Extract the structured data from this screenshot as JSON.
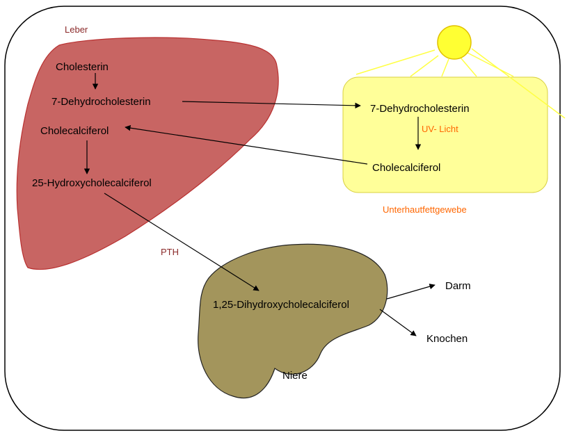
{
  "organs": {
    "liver": {
      "label": "Leber",
      "color": "#c86563",
      "label_color": "#8b2a2a"
    },
    "skin": {
      "label": "Unterhautfettgewebe",
      "color": "#ffff99",
      "label_color": "#ff6600"
    },
    "kidney": {
      "label": "Niere",
      "color": "#a3955c",
      "label_color": "#5c2a1f"
    },
    "sun": {
      "color": "#ffff33"
    }
  },
  "compounds": {
    "cholesterin": "Cholesterin",
    "dehydro_liver": "7-Dehydrocholesterin",
    "cholecalciferol_liver": "Cholecalciferol",
    "hydroxy25": "25-Hydroxycholecalciferol",
    "dehydro_skin": "7-Dehydrocholesterin",
    "cholecalciferol_skin": "Cholecalciferol",
    "dihydroxy": "1,25-Dihydroxycholecalciferol"
  },
  "annotations": {
    "uv": "UV- Licht",
    "pth": "PTH",
    "pth_color": "#8b2a2a",
    "uv_color": "#ff6600"
  },
  "targets": {
    "darm": "Darm",
    "knochen": "Knochen",
    "color": "#5c2a1f"
  }
}
